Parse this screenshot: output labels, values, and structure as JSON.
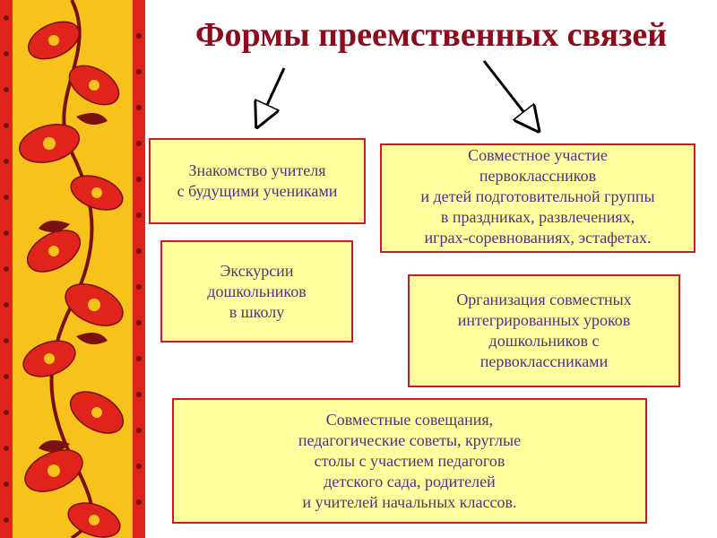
{
  "title": "Формы преемственных связей",
  "boxes": {
    "teacher_meeting": "Знакомство учителя\nс будущими учениками",
    "joint_participation": "Совместное участие\nпервоклассников\nи детей подготовительной группы\nв праздниках, развлечениях,\nиграх-соревнованиях, эстафетах.",
    "excursions": "Экскурсии\nдошкольников\nв школу",
    "integrated_lessons": "Организация совместных\nинтегрированных уроков\nдошкольников с\nпервоклассниками",
    "joint_meetings": "Совместные совещания,\nпедагогические советы, круглые\nстолы с участием педагогов\nдетского сада, родителей\nи учителей начальных классов."
  },
  "colors": {
    "title": "#8b0d1d",
    "box_fill": "#ffff9e",
    "box_border": "#d0182a",
    "box_text": "#5a2c82",
    "ornament_bg": "#f6c21b",
    "ornament_red": "#e0241b",
    "ornament_dark": "#7a1010"
  }
}
